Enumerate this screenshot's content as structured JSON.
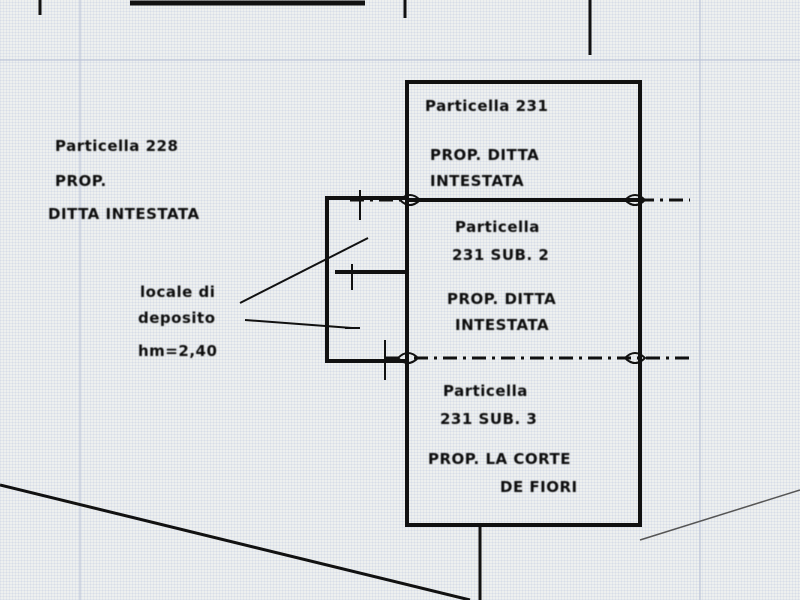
{
  "labels": {
    "parcel_228_title": "Particella 228",
    "parcel_228_owner_line1": "PROP.",
    "parcel_228_owner_line2": "DITTA INTESTATA",
    "parcel_231_title": "Particella 231",
    "parcel_231_owner_line1": "PROP. DITTA",
    "parcel_231_owner_line2": "INTESTATA",
    "parcel_231_sub2_title_line1": "Particella",
    "parcel_231_sub2_title_line2": "231 SUB. 2",
    "parcel_231_sub2_owner_line1": "PROP. DITTA",
    "parcel_231_sub2_owner_line2": "INTESTATA",
    "parcel_231_sub3_title_line1": "Particella",
    "parcel_231_sub3_title_line2": "231 SUB. 3",
    "parcel_231_sub3_owner_line1": "PROP. LA CORTE",
    "parcel_231_sub3_owner_line2": "DE FIORI",
    "storage_line1": "locale di",
    "storage_line2": "deposito",
    "storage_height": "hm=2,40"
  },
  "colors": {
    "ink": "#111111",
    "paper": "#eef0ef"
  }
}
